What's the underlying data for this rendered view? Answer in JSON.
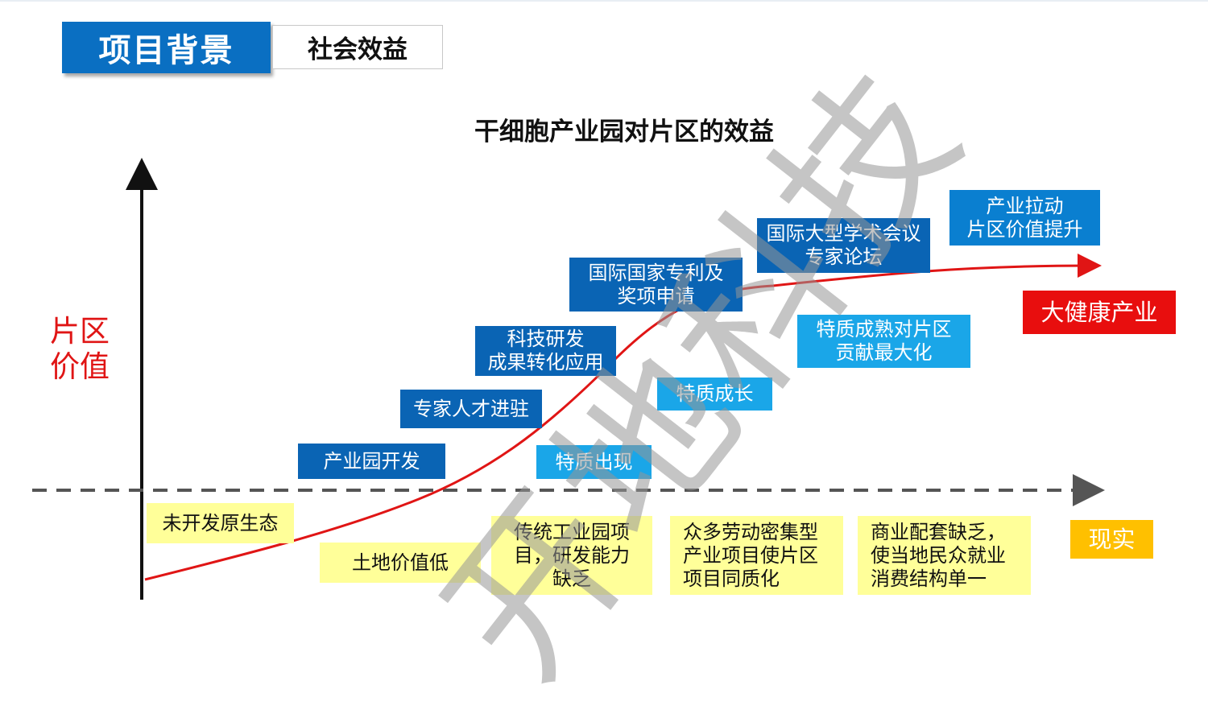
{
  "header": {
    "section": "项目背景",
    "subsection": "社会效益"
  },
  "diagram": {
    "title": "干细胞产业园对片区的效益",
    "y_axis_label": "片区价值",
    "colors": {
      "curve": "#e01515",
      "axis": "#111111",
      "dashed_baseline": "#555555",
      "box_dark_blue": "#0a64b4",
      "box_light_blue": "#1aa6e8",
      "box_yellow": "#ffff99",
      "box_red": "#e80e0e",
      "box_orange": "#ffc000"
    },
    "stages_above": [
      {
        "id": "industrial-park-dev",
        "text": "产业园开发"
      },
      {
        "id": "expert-talent",
        "text": "专家人才进驻"
      },
      {
        "id": "tech-rd",
        "text": "科技研发\n成果转化应用"
      },
      {
        "id": "patent",
        "text": "国际国家专利及\n奖项申请"
      },
      {
        "id": "conference",
        "text": "国际大型学术会议\n专家论坛"
      },
      {
        "id": "industry-pull",
        "text": "产业拉动\n片区价值提升"
      }
    ],
    "traits": [
      {
        "id": "trait-appear",
        "text": "特质出现"
      },
      {
        "id": "trait-grow",
        "text": "特质成长"
      },
      {
        "id": "trait-mature",
        "text": "特质成熟对片区\n贡献最大化"
      }
    ],
    "outcome": "大健康产业",
    "reality_label": "现实",
    "reality_items": [
      {
        "id": "undeveloped",
        "text": "未开发原生态"
      },
      {
        "id": "low-land-value",
        "text": "土地价值低"
      },
      {
        "id": "traditional-park",
        "text": "传统工业园项\n目，研发能力\n缺乏"
      },
      {
        "id": "labor-intensive",
        "text": "众多劳动密集型\n产业项目使片区\n项目同质化"
      },
      {
        "id": "lack-commercial",
        "text": "商业配套缺乏，\n使当地民众就业\n消费结构单一"
      }
    ],
    "watermark": "开地科技"
  }
}
